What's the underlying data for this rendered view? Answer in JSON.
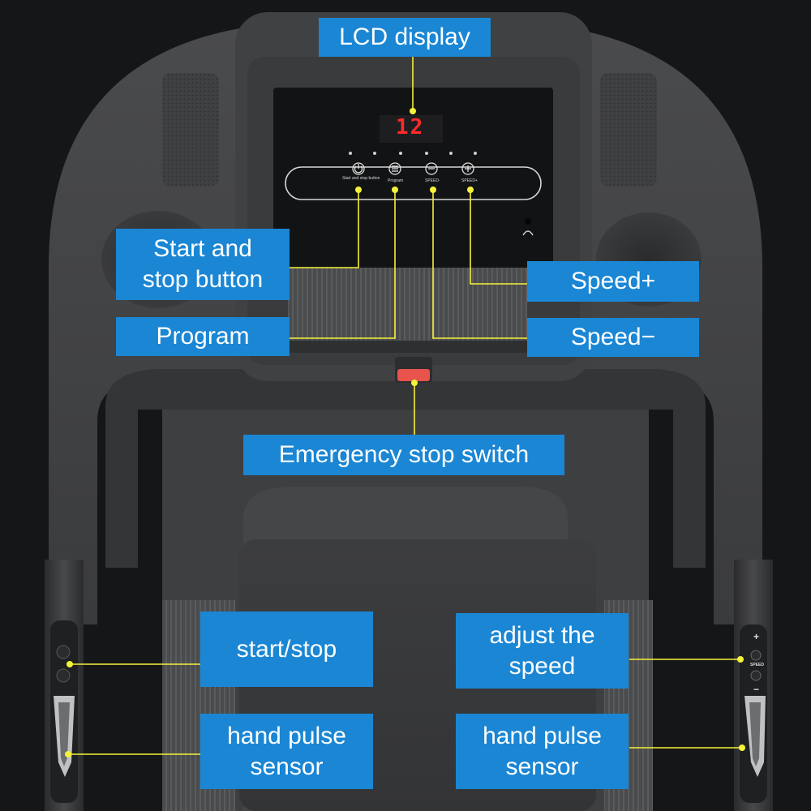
{
  "console": {
    "lcd_value": "12",
    "buttons": [
      {
        "name": "start-stop",
        "caption": "Start and  stop button",
        "icon": "power-icon"
      },
      {
        "name": "program",
        "caption": "Program",
        "icon": "menu-icon"
      },
      {
        "name": "speed-minus",
        "caption": "SPEED-",
        "icon": "minus-circle-icon"
      },
      {
        "name": "speed-plus",
        "caption": "SPEED+",
        "icon": "plus-circle-icon"
      }
    ]
  },
  "right_grip": {
    "plus": "+",
    "minus": "−",
    "speed": "SPEED"
  },
  "labels": {
    "lcd_display": "LCD display",
    "start_stop_button": "Start and\nstop button",
    "program": "Program",
    "speed_plus": "Speed+",
    "speed_minus": "Speed−",
    "emergency_stop": "Emergency stop switch",
    "start_stop": "start/stop",
    "adjust_speed": "adjust the\nspeed",
    "hand_pulse_left": "hand pulse\nsensor",
    "hand_pulse_right": "hand pulse\nsensor"
  },
  "colors": {
    "label_bg": "#1a86d4",
    "leader_line": "#f5f23a",
    "lcd_red": "#ff2a2a",
    "emergency_key": "#e8534c"
  }
}
